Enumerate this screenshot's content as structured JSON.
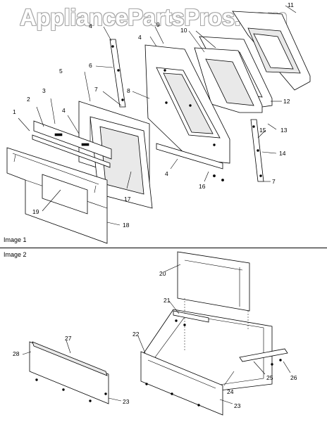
{
  "watermark": "AppliancePartsPros.com",
  "sections": [
    {
      "label": "Image 1"
    },
    {
      "label": "Image 2"
    }
  ],
  "callouts": [
    "1",
    "2",
    "3",
    "4",
    "5",
    "6",
    "7",
    "8",
    "9",
    "10",
    "11",
    "12",
    "13",
    "14",
    "15",
    "16",
    "17",
    "18",
    "19",
    "20",
    "21",
    "22",
    "23",
    "24",
    "25",
    "26",
    "27",
    "28"
  ]
}
